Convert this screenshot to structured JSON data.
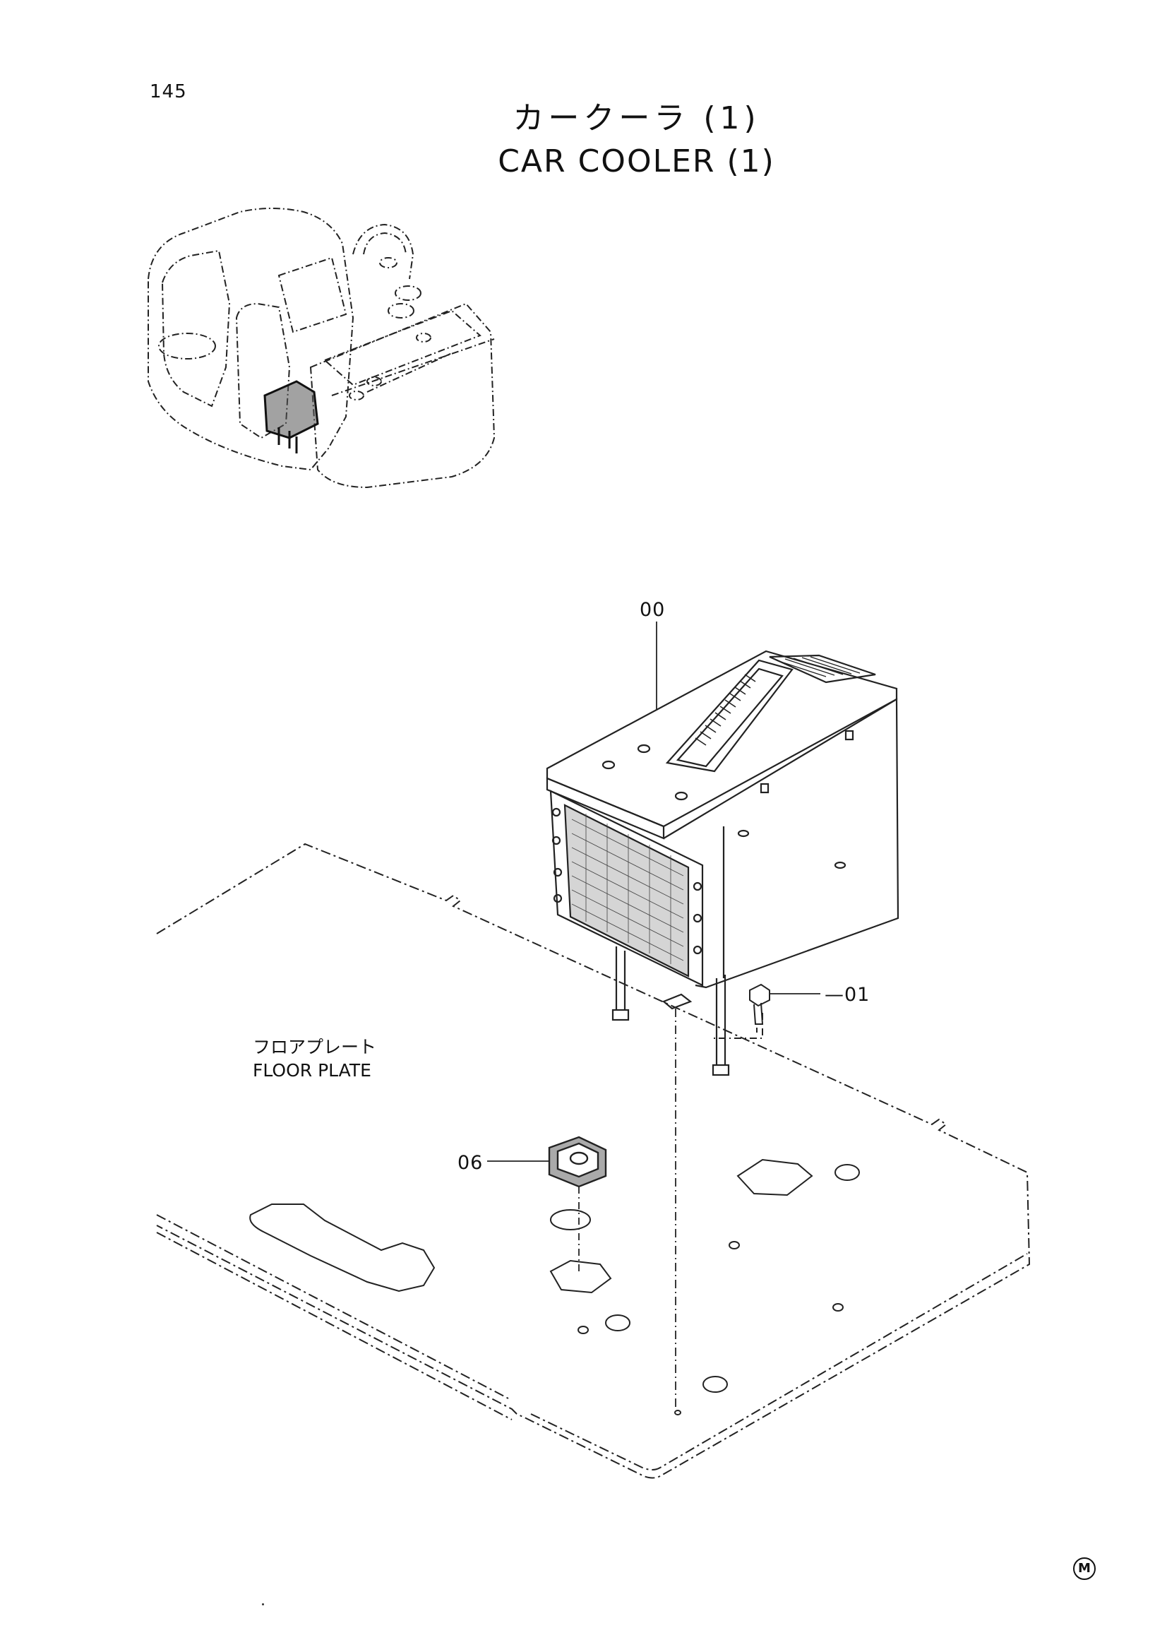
{
  "page": {
    "number": "145"
  },
  "title": {
    "japanese": "カークーラ (1)",
    "english": "CAR COOLER (1)"
  },
  "labels": {
    "floor_plate_jp": "フロアプレート",
    "floor_plate_en": "FLOOR PLATE"
  },
  "callouts": {
    "unit": "00",
    "bolt": "01",
    "grommet": "06"
  },
  "mark": {
    "symbol": "M"
  }
}
